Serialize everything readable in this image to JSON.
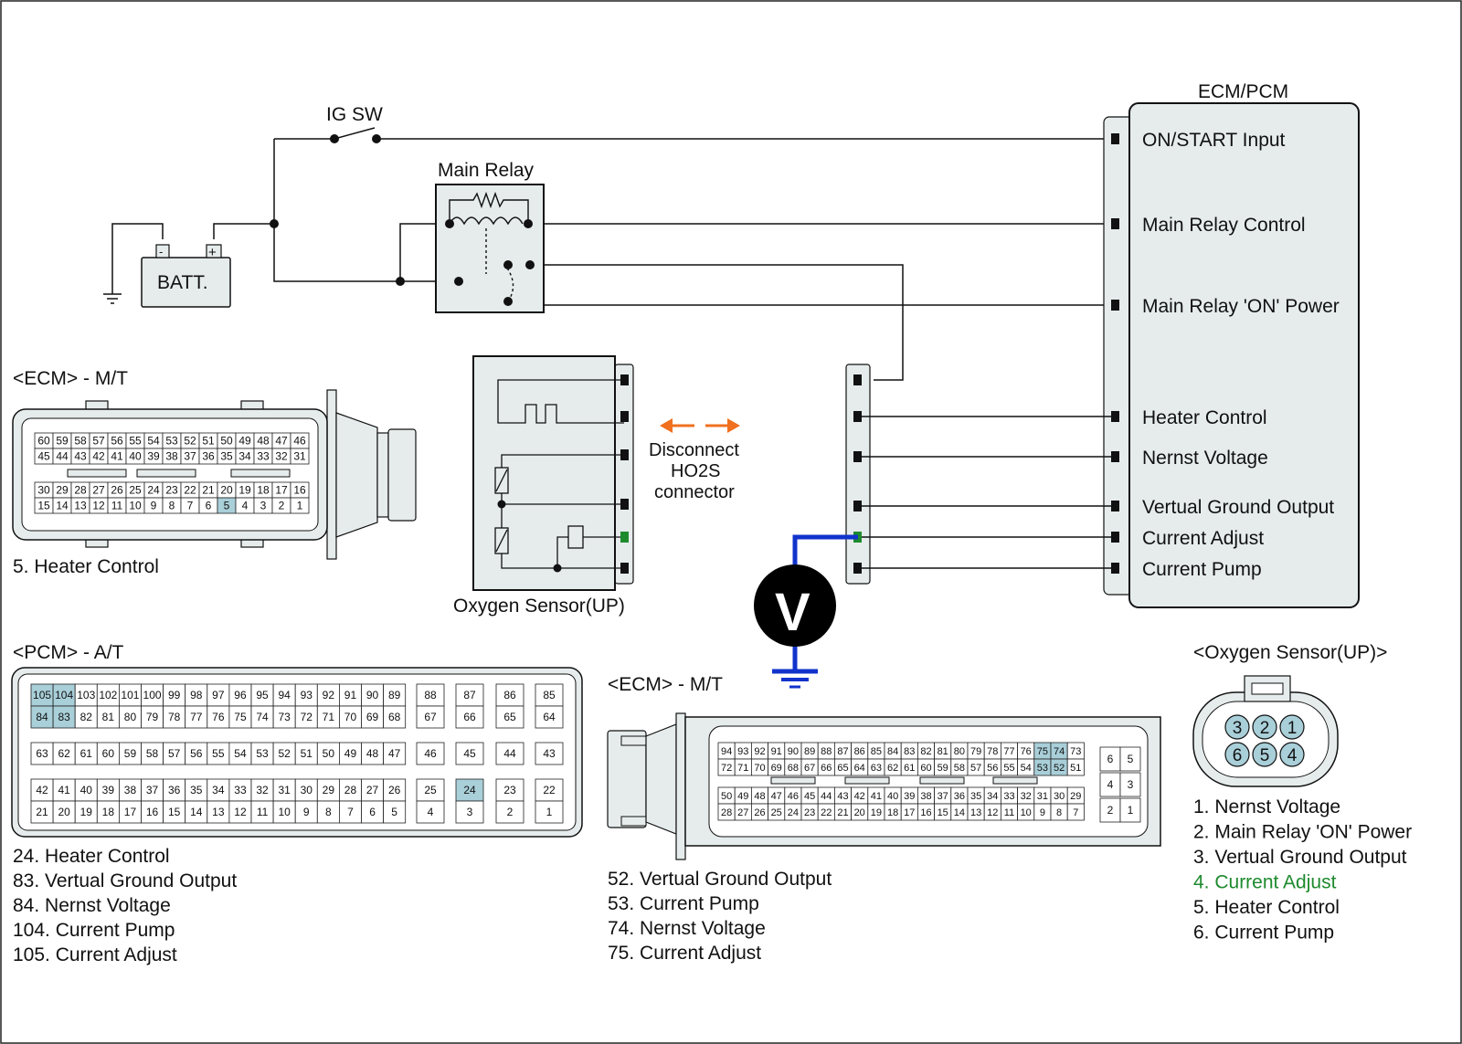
{
  "colors": {
    "connector_fill": "#e6ecec",
    "highlight": "#a9cfd9",
    "wire": "#111111",
    "meter_wire": "#1133cc",
    "accent_green": "#1e8a2e",
    "arrow": "#f07020"
  },
  "top": {
    "ig_sw": "IG SW",
    "main_relay": "Main Relay",
    "battery": "BATT.",
    "ecm_pcm": "ECM/PCM"
  },
  "ecm_pcm_pins": [
    "ON/START Input",
    "Main Relay Control",
    "Main Relay 'ON' Power",
    "Heater Control",
    "Nernst Voltage",
    "Vertual Ground Output",
    "Current Adjust",
    "Current Pump"
  ],
  "oxygen_sensor_label": "Oxygen Sensor(UP)",
  "disconnect": [
    "Disconnect",
    "HO2S",
    "connector"
  ],
  "meter": "V",
  "ecm_mt_1": {
    "title": "<ECM> - M/T",
    "rows": [
      [
        "60",
        "59",
        "58",
        "57",
        "56",
        "55",
        "54",
        "53",
        "52",
        "51",
        "50",
        "49",
        "48",
        "47",
        "46"
      ],
      [
        "45",
        "44",
        "43",
        "42",
        "41",
        "40",
        "39",
        "38",
        "37",
        "36",
        "35",
        "34",
        "33",
        "32",
        "31"
      ],
      [
        "30",
        "29",
        "28",
        "27",
        "26",
        "25",
        "24",
        "23",
        "22",
        "21",
        "20",
        "19",
        "18",
        "17",
        "16"
      ],
      [
        "15",
        "14",
        "13",
        "12",
        "11",
        "10",
        "9",
        "8",
        "7",
        "6",
        "5",
        "4",
        "3",
        "2",
        "1"
      ]
    ],
    "highlight": [
      "5"
    ],
    "legend": [
      "5. Heater Control"
    ]
  },
  "pcm_at": {
    "title": "<PCM> - A/T",
    "rows": [
      [
        "105",
        "104",
        "103",
        "102",
        "101",
        "100",
        "99",
        "98",
        "97",
        "96",
        "95",
        "94",
        "93",
        "92",
        "91",
        "90",
        "89"
      ],
      [
        "84",
        "83",
        "82",
        "81",
        "80",
        "79",
        "78",
        "77",
        "76",
        "75",
        "74",
        "73",
        "72",
        "71",
        "70",
        "69",
        "68"
      ],
      [
        "63",
        "62",
        "61",
        "60",
        "59",
        "58",
        "57",
        "56",
        "55",
        "54",
        "53",
        "52",
        "51",
        "50",
        "49",
        "48",
        "47"
      ],
      [
        "42",
        "41",
        "40",
        "39",
        "38",
        "37",
        "36",
        "35",
        "34",
        "33",
        "32",
        "31",
        "30",
        "29",
        "28",
        "27",
        "26"
      ],
      [
        "21",
        "20",
        "19",
        "18",
        "17",
        "16",
        "15",
        "14",
        "13",
        "12",
        "11",
        "10",
        "9",
        "8",
        "7",
        "6",
        "5"
      ]
    ],
    "side": [
      [
        "88",
        "87",
        "86",
        "85"
      ],
      [
        "67",
        "66",
        "65",
        "64"
      ],
      [
        "46",
        "45",
        "44",
        "43"
      ],
      [
        "25",
        "24",
        "23",
        "22"
      ],
      [
        "4",
        "3",
        "2",
        "1"
      ]
    ],
    "highlight": [
      "105",
      "104",
      "84",
      "83",
      "24"
    ],
    "legend": [
      "24. Heater Control",
      "83. Vertual Ground Output",
      "84. Nernst Voltage",
      "104. Current Pump",
      "105. Current Adjust"
    ]
  },
  "ecm_mt_2": {
    "title": "<ECM> - M/T",
    "rows": [
      [
        "94",
        "93",
        "92",
        "91",
        "90",
        "89",
        "88",
        "87",
        "86",
        "85",
        "84",
        "83",
        "82",
        "81",
        "80",
        "79",
        "78",
        "77",
        "76",
        "75",
        "74",
        "73"
      ],
      [
        "72",
        "71",
        "70",
        "69",
        "68",
        "67",
        "66",
        "65",
        "64",
        "63",
        "62",
        "61",
        "60",
        "59",
        "58",
        "57",
        "56",
        "55",
        "54",
        "53",
        "52",
        "51"
      ],
      [
        "50",
        "49",
        "48",
        "47",
        "46",
        "45",
        "44",
        "43",
        "42",
        "41",
        "40",
        "39",
        "38",
        "37",
        "36",
        "35",
        "34",
        "33",
        "32",
        "31",
        "30",
        "29"
      ],
      [
        "28",
        "27",
        "26",
        "25",
        "24",
        "23",
        "22",
        "21",
        "20",
        "19",
        "18",
        "17",
        "16",
        "15",
        "14",
        "13",
        "12",
        "11",
        "10",
        "9",
        "8",
        "7"
      ]
    ],
    "side": [
      [
        "6",
        "5"
      ],
      [
        "4",
        "3"
      ],
      [
        "2",
        "1"
      ]
    ],
    "highlight": [
      "75",
      "74",
      "53",
      "52"
    ],
    "legend": [
      "52. Vertual Ground Output",
      "53. Current Pump",
      "74. Nernst Voltage",
      "75. Current Adjust"
    ]
  },
  "o2_connector": {
    "title": "<Oxygen Sensor(UP)>",
    "top": [
      "3",
      "2",
      "1"
    ],
    "bottom": [
      "6",
      "5",
      "4"
    ],
    "legend": [
      "1. Nernst Voltage",
      "2. Main Relay 'ON' Power",
      "3. Vertual Ground Output",
      "4. Current Adjust",
      "5. Heater Control",
      "6. Current Pump"
    ],
    "legend_highlight_index": 3
  }
}
